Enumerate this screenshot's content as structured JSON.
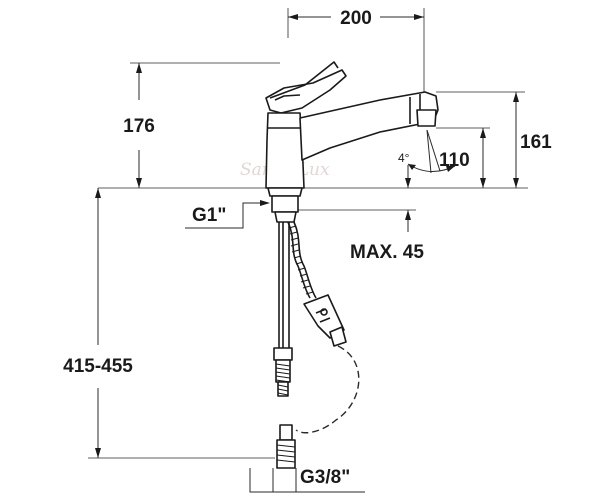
{
  "dimensions": {
    "spout_reach": "200",
    "body_height": "176",
    "spout_top_height": "161",
    "spout_outlet_height": "110",
    "spout_angle": "4°",
    "max_deck_thickness": "MAX. 45",
    "deck_thread": "G1\"",
    "overall_length": "415-455",
    "hose_thread": "G3/8\""
  },
  "watermark": "SanterLux"
}
